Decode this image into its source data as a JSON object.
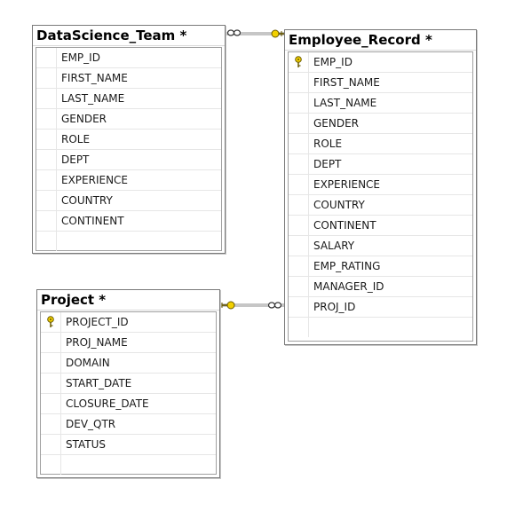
{
  "tables": {
    "datascience_team": {
      "title": "DataScience_Team *",
      "columns": [
        "EMP_ID",
        "FIRST_NAME",
        "LAST_NAME",
        "GENDER",
        "ROLE",
        "DEPT",
        "EXPERIENCE",
        "COUNTRY",
        "CONTINENT"
      ]
    },
    "employee_record": {
      "title": "Employee_Record *",
      "key_column": "EMP_ID",
      "columns": [
        "FIRST_NAME",
        "LAST_NAME",
        "GENDER",
        "ROLE",
        "DEPT",
        "EXPERIENCE",
        "COUNTRY",
        "CONTINENT",
        "SALARY",
        "EMP_RATING",
        "MANAGER_ID",
        "PROJ_ID"
      ]
    },
    "project": {
      "title": "Project *",
      "key_column": "PROJECT_ID",
      "columns": [
        "PROJ_NAME",
        "DOMAIN",
        "START_DATE",
        "CLOSURE_DATE",
        "DEV_QTR",
        "STATUS"
      ]
    }
  },
  "relationships": [
    {
      "from": "DataScience_Team",
      "to": "Employee_Record",
      "from_end": "infinity",
      "to_end": "key"
    },
    {
      "from": "Project",
      "to": "Employee_Record",
      "from_end": "key",
      "to_end": "infinity"
    }
  ]
}
